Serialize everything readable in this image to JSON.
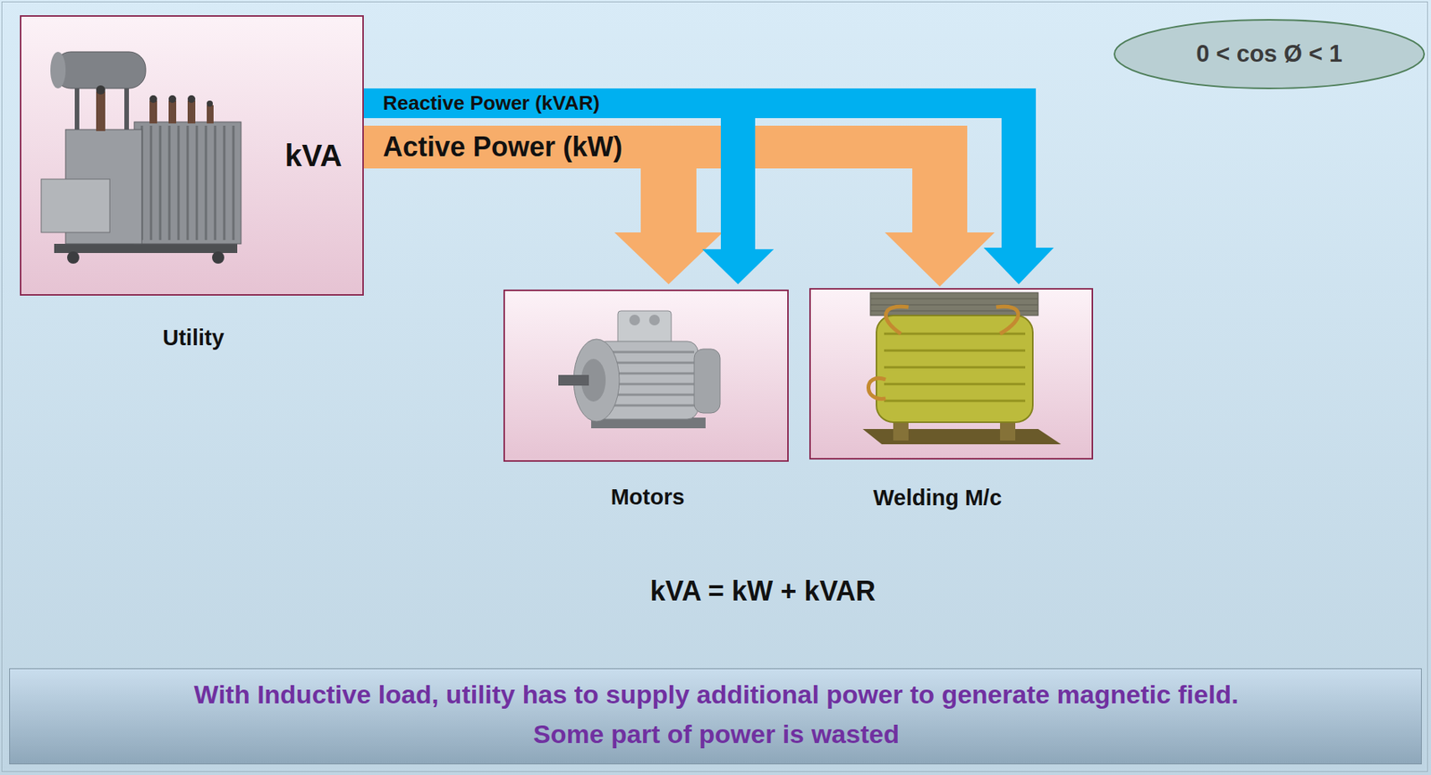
{
  "diagram": {
    "nodes": [
      {
        "text": [
          "kVA",
          "Utility"
        ]
      },
      {
        "text": [
          "Motors"
        ]
      },
      {
        "text": [
          "Welding M/c"
        ]
      },
      {
        "text": [
          "0 < cos Ø < 1"
        ]
      },
      {
        "text": [
          "With Inductive load, utility has to supply additional power to generate magnetic field.",
          "Some part of power is wasted"
        ]
      }
    ],
    "edges": [
      {
        "from": 0,
        "to": 1,
        "arrow": "to",
        "label": "Active Power (kW)"
      },
      {
        "from": 0,
        "to": 2,
        "arrow": "to"
      },
      {
        "from": 0,
        "to": 1,
        "arrow": "to",
        "label": "Reactive Power (kVAR)"
      },
      {
        "from": 0,
        "to": 2,
        "arrow": "to"
      }
    ],
    "labels": [
      "kVA = kW + kVAR"
    ]
  }
}
